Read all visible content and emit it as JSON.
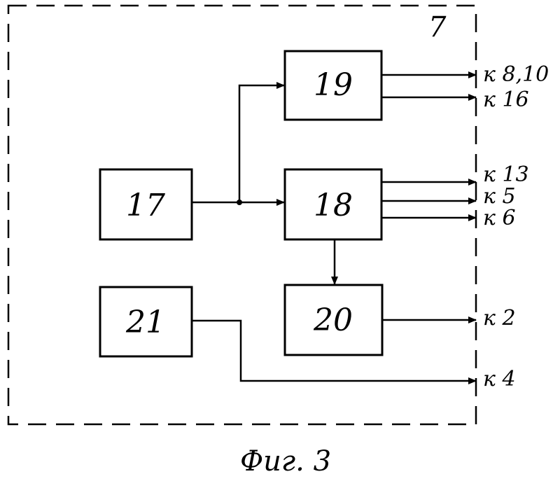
{
  "diagram": {
    "unit_label": "7",
    "caption": "Фиг. 3",
    "blocks": {
      "b17": "17",
      "b18": "18",
      "b19": "19",
      "b20": "20",
      "b21": "21"
    },
    "outputs": {
      "o_8_10": "к 8,10",
      "o_16": "к 16",
      "o_13": "к 13",
      "o_5": "к 5",
      "o_6": "к 6",
      "o_2": "к 2",
      "o_4": "к 4"
    }
  }
}
